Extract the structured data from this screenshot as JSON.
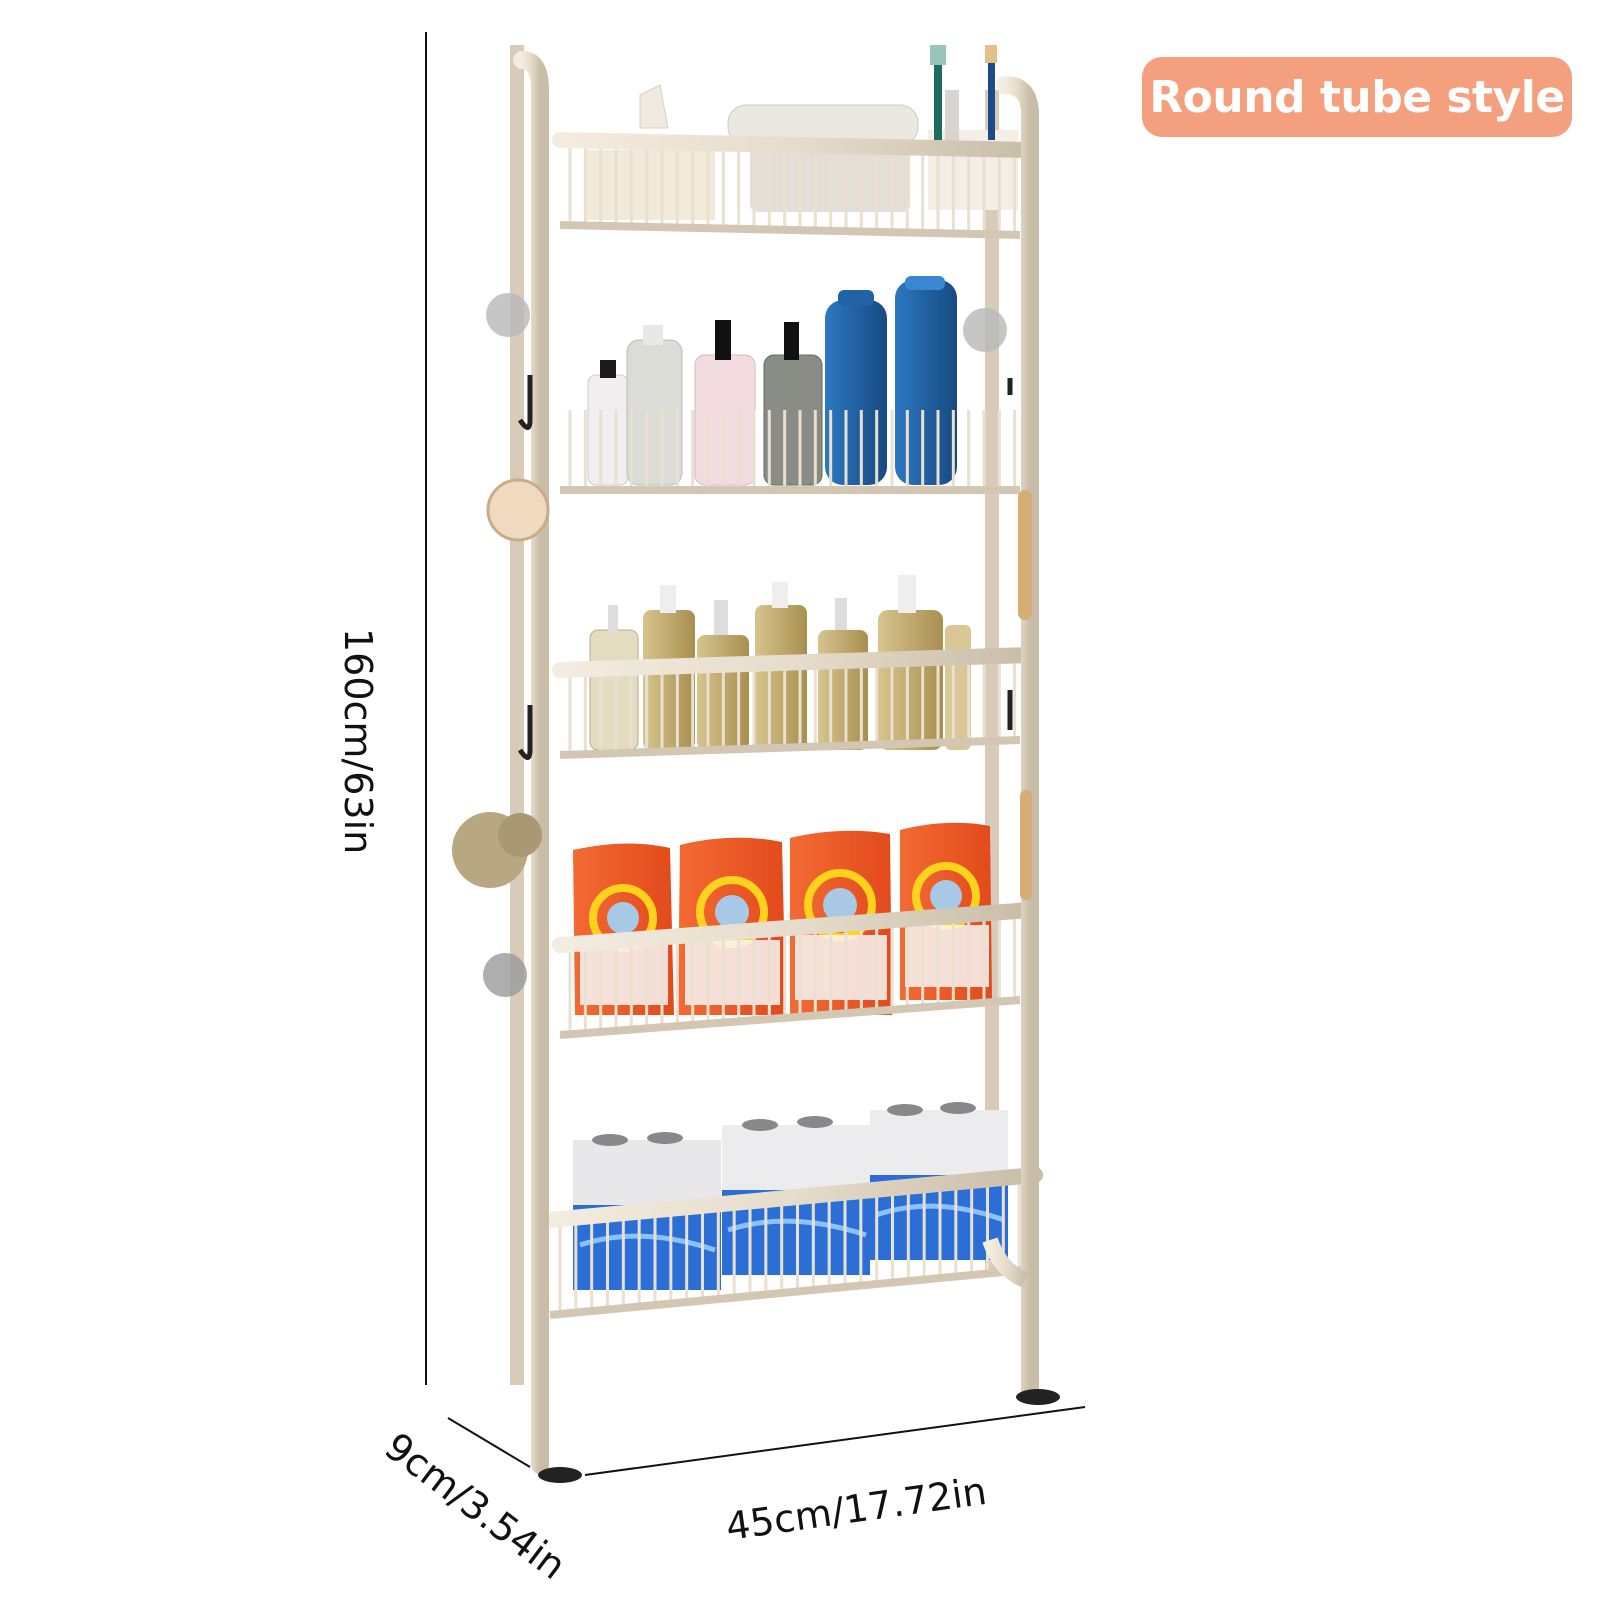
{
  "badge": {
    "label": "Round tube style",
    "color": "#f4a07f"
  },
  "dimensions": {
    "height": "160cm/63in",
    "depth": "9cm/3.54in",
    "width": "45cm/17.72in"
  },
  "colors": {
    "frame": "#e6dccb",
    "frame_shadow": "#c9bda8",
    "detergent": "#ee5a2a",
    "tissue_wrap": "#2b6fd6",
    "bottle_blue": "#1f5e9e",
    "soap": "#b9a165"
  },
  "icons": [
    "toothbrush-icon",
    "towel-icon",
    "hook-icon",
    "bath-sponge-icon",
    "suction-cup-icon"
  ]
}
